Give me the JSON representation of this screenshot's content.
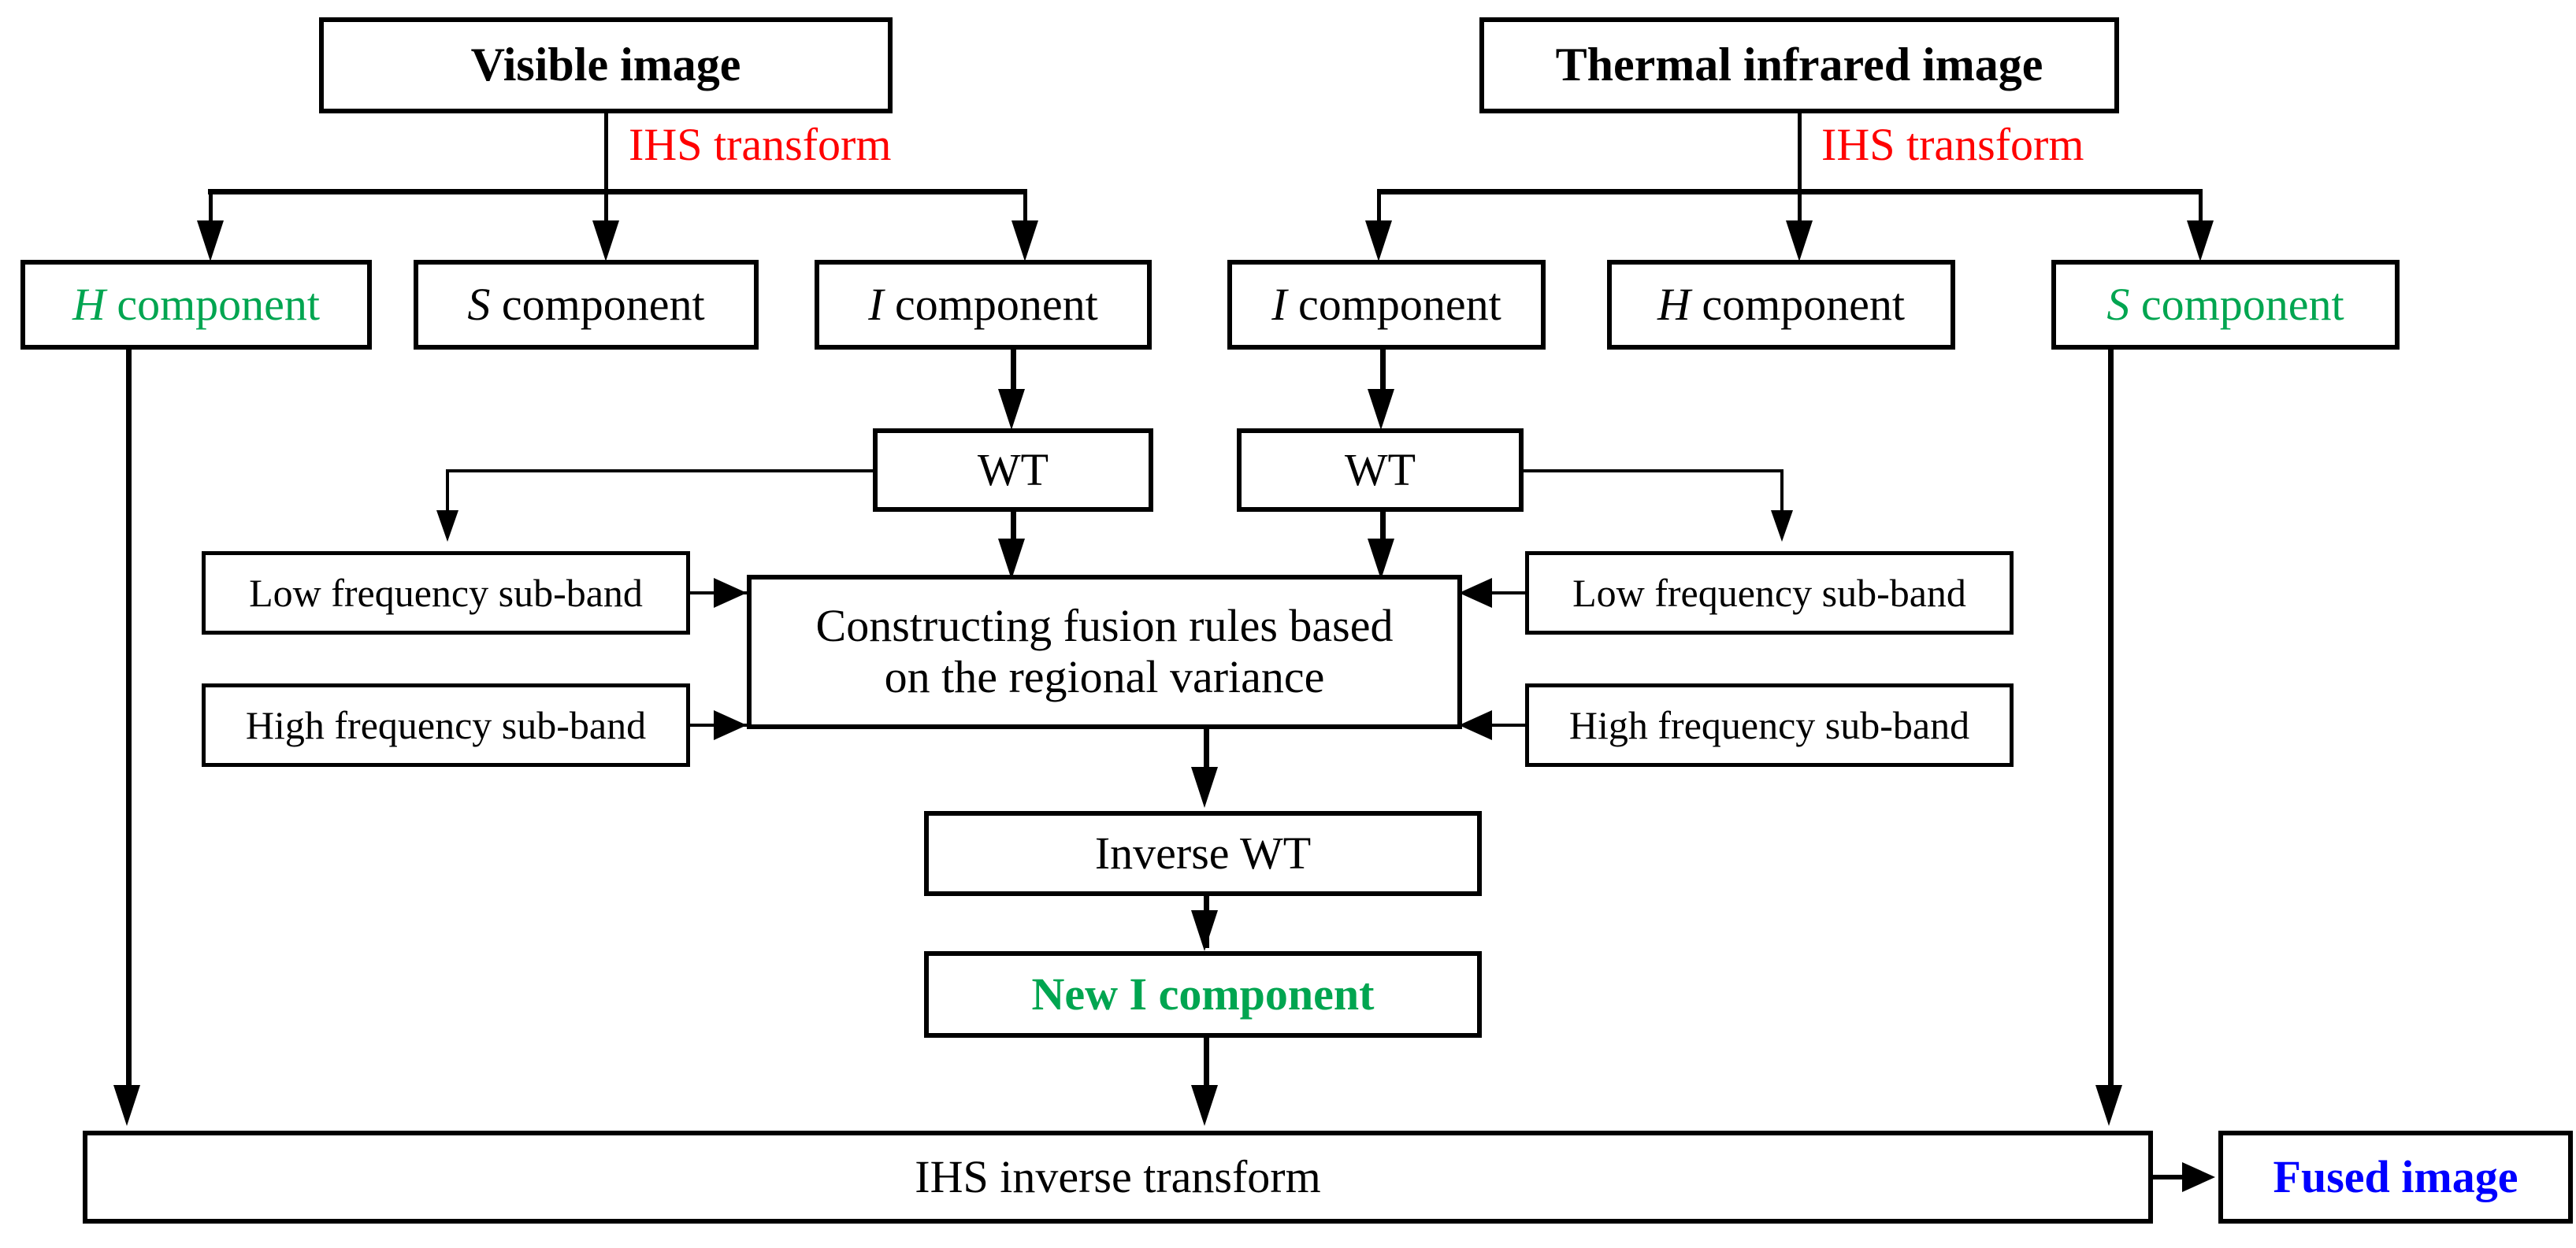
{
  "diagram": {
    "title": "IHS + Wavelet Transform image fusion flowchart",
    "colors": {
      "text": "#000000",
      "accent_red": "#ff0000",
      "accent_green": "#00a550",
      "accent_blue": "#0000ff",
      "stroke": "#000000",
      "background": "#ffffff"
    },
    "annotations": {
      "ihs_transform_left": "IHS transform",
      "ihs_transform_right": "IHS transform"
    },
    "nodes": {
      "visible_image": "Visible image",
      "thermal_image": "Thermal infrared image",
      "vis_h_component_prefix": "H",
      "vis_h_component_suffix": " component",
      "vis_s_component_prefix": "S",
      "vis_s_component_suffix": " component",
      "vis_i_component_prefix": "I",
      "vis_i_component_suffix": " component",
      "ir_i_component_prefix": "I",
      "ir_i_component_suffix": " component",
      "ir_h_component_prefix": "H",
      "ir_h_component_suffix": " component",
      "ir_s_component_prefix": "S",
      "ir_s_component_suffix": " component",
      "wt_left": "WT",
      "wt_right": "WT",
      "low_freq_left": "Low frequency sub-band",
      "high_freq_left": "High frequency sub-band",
      "low_freq_right": "Low frequency sub-band",
      "high_freq_right": "High frequency sub-band",
      "fusion_rules": "Constructing fusion rules based\non the regional variance",
      "inverse_wt": "Inverse WT",
      "new_i_prefix": "New ",
      "new_i_italic": "I",
      "new_i_suffix": " component",
      "ihs_inverse_transform": "IHS inverse transform",
      "fused_image": "Fused image"
    }
  }
}
